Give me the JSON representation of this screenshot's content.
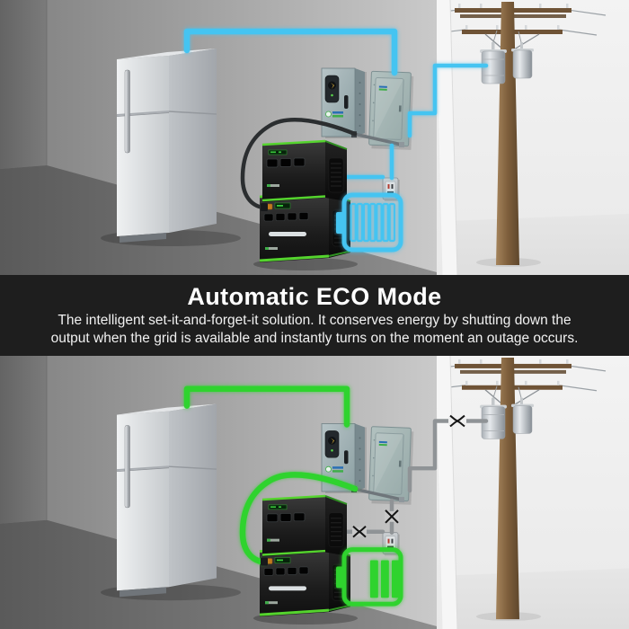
{
  "banner": {
    "title": "Automatic ECO Mode",
    "description_line1": "The intelligent set-it-and-forget-it solution. It conserves energy by shutting down the",
    "description_line2": "output when the grid is available and instantly turns on the moment an outage occurs."
  },
  "colors": {
    "grid-active": "#45C4F1",
    "backup-active": "#2FD32E",
    "device-trim": "#55D42E",
    "wire-inactive": "#8F9396",
    "banner-bg": "#1E1E1E",
    "banner-text": "#FFFFFF"
  },
  "battery": {
    "full_segments": 7,
    "remaining_bars": 3
  },
  "scenes": {
    "top": {
      "mode": "grid-available",
      "wire_color": "#45C4F1",
      "battery_state": "full"
    },
    "bottom": {
      "mode": "grid-outage",
      "wire_color": "#2FD32E",
      "battery_state": "discharging"
    }
  }
}
